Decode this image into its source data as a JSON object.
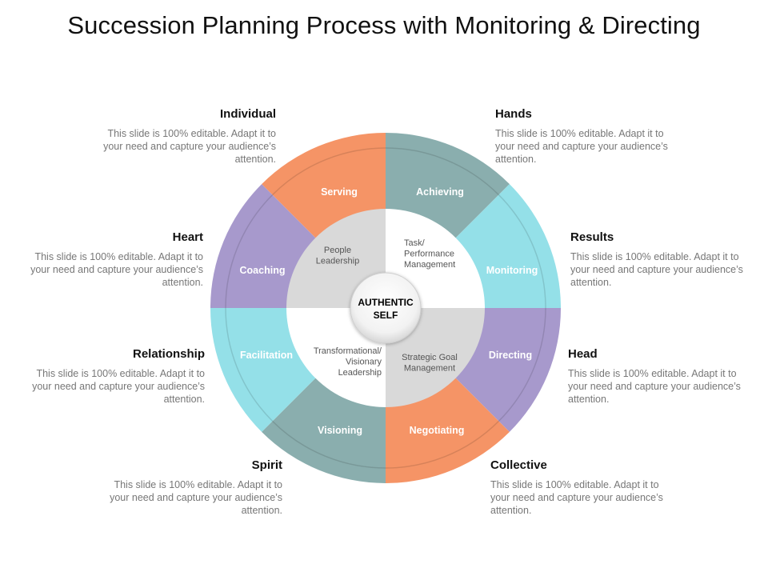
{
  "title": "Succession Planning Process with Monitoring & Directing",
  "colors": {
    "orange": "#F59466",
    "teal": "#8AAEAE",
    "cyan": "#94E0E8",
    "purple": "#A799CC",
    "gray": "#D9D9D9",
    "center_text": "#000000"
  },
  "center": {
    "line1": "AUTHENTIC",
    "line2": "SELF"
  },
  "outer_segments": [
    {
      "label": "Serving",
      "color": "orange"
    },
    {
      "label": "Achieving",
      "color": "teal"
    },
    {
      "label": "Monitoring",
      "color": "cyan"
    },
    {
      "label": "Directing",
      "color": "purple"
    },
    {
      "label": "Negotiating",
      "color": "orange"
    },
    {
      "label": "Visioning",
      "color": "teal"
    },
    {
      "label": "Facilitation",
      "color": "cyan"
    },
    {
      "label": "Coaching",
      "color": "purple"
    }
  ],
  "inner_quadrants": [
    {
      "lines": [
        "People",
        "Leadership"
      ],
      "color": "gray"
    },
    {
      "lines": [
        "Task/",
        "Performance",
        "Management"
      ],
      "color": "white"
    },
    {
      "lines": [
        "Strategic Goal",
        "Management"
      ],
      "color": "gray"
    },
    {
      "lines": [
        "Transformational/",
        "Visionary",
        "Leadership"
      ],
      "color": "white"
    }
  ],
  "blocks": {
    "individual": {
      "heading": "Individual",
      "text": "This slide is 100% editable. Adapt it to your need and capture your audience’s attention."
    },
    "heart": {
      "heading": "Heart",
      "text": "This slide is 100% editable. Adapt it to your need and capture your audience’s attention."
    },
    "relationship": {
      "heading": "Relationship",
      "text": "This slide is 100% editable. Adapt it to your need and capture your audience’s attention."
    },
    "spirit": {
      "heading": "Spirit",
      "text": "This slide is 100% editable. Adapt it to your need and capture your audience’s attention."
    },
    "hands": {
      "heading": "Hands",
      "text": "This slide is 100% editable. Adapt it to your need and capture your audience’s attention."
    },
    "results": {
      "heading": "Results",
      "text": "This slide is 100% editable. Adapt it to your need and capture your audience’s attention."
    },
    "head": {
      "heading": "Head",
      "text": "This slide is 100% editable. Adapt it to your need and capture your audience’s attention."
    },
    "collective": {
      "heading": "Collective",
      "text": "This slide is 100% editable. Adapt it to your need and capture your audience’s attention."
    }
  }
}
